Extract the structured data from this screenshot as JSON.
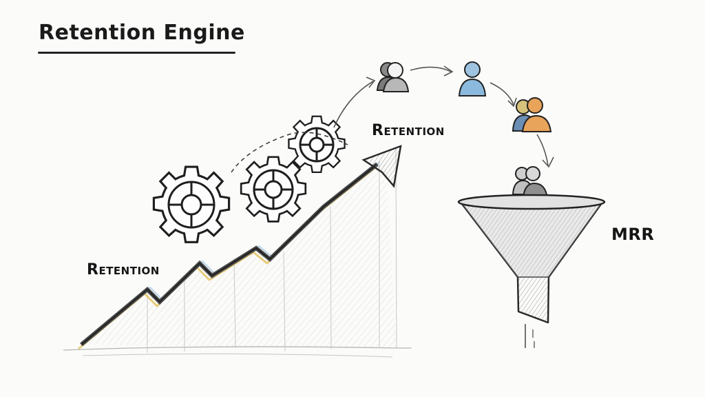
{
  "title": "Retention Engine",
  "labels": {
    "chart_label": "Retention",
    "flow_label": "Retention",
    "funnel_label": "MRR"
  },
  "elements": {
    "gears": [
      "gear-large",
      "gear-middle",
      "gear-small"
    ],
    "users": [
      "user-pair-gray",
      "user-single-blue",
      "user-pair-orange",
      "user-pair-funnel"
    ],
    "funnel": "funnel",
    "growth_line": "zigzag-upward-arrow"
  },
  "colors": {
    "ink": "#1a1a1a",
    "pencil_gray": "#8a8a8a",
    "user_blue": "#8fb8d8",
    "user_orange": "#e8a45a",
    "highlight_yellow": "#e6c95a",
    "background": "#fbfbfa"
  }
}
